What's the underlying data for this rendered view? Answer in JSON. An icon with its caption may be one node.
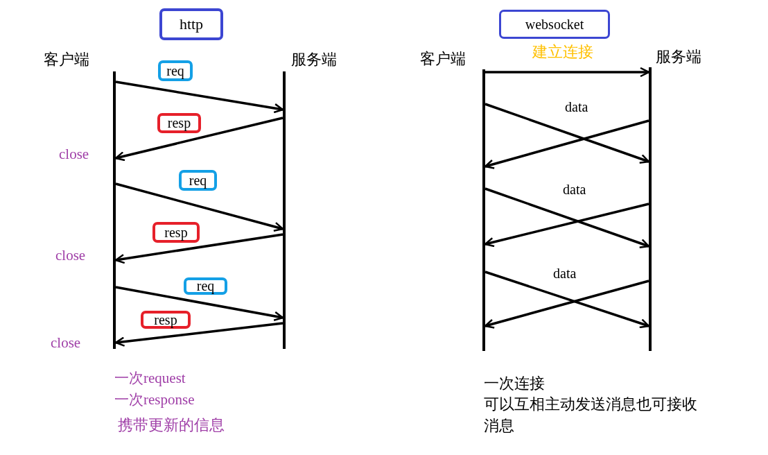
{
  "diagram": {
    "nodes": [
      {
        "text": [
          "http"
        ]
      },
      {
        "text": [
          "websocket"
        ]
      },
      {
        "text": [
          "客户端"
        ]
      },
      {
        "text": [
          "服务端"
        ]
      },
      {
        "text": [
          "客户端"
        ]
      },
      {
        "text": [
          "服务端"
        ]
      },
      {
        "text": [
          "req"
        ]
      },
      {
        "text": [
          "resp"
        ]
      },
      {
        "text": [
          "req"
        ]
      },
      {
        "text": [
          "resp"
        ]
      },
      {
        "text": [
          "req"
        ]
      },
      {
        "text": [
          "resp"
        ]
      }
    ],
    "edges": [
      {
        "from": 2,
        "to": 3,
        "arrow": "to"
      },
      {
        "from": 3,
        "to": 2,
        "arrow": "to"
      },
      {
        "from": 2,
        "to": 3,
        "arrow": "to"
      },
      {
        "from": 3,
        "to": 2,
        "arrow": "to"
      },
      {
        "from": 2,
        "to": 3,
        "arrow": "to"
      },
      {
        "from": 3,
        "to": 2,
        "arrow": "to"
      },
      {
        "from": 4,
        "to": 5,
        "arrow": "to",
        "label": "建立连接"
      },
      {
        "from": 4,
        "to": 5,
        "arrow": "to"
      },
      {
        "from": 5,
        "to": 4,
        "arrow": "to"
      },
      {
        "from": 4,
        "to": 5,
        "arrow": "to"
      },
      {
        "from": 5,
        "to": 4,
        "arrow": "to"
      },
      {
        "from": 4,
        "to": 5,
        "arrow": "to"
      },
      {
        "from": 5,
        "to": 4,
        "arrow": "to"
      }
    ],
    "labels": [
      "close",
      "close",
      "close",
      "data",
      "data",
      "data",
      "一次request",
      "一次response",
      "携带更新的信息",
      "一次连接",
      "可以互相主动发送消息也可接收消息"
    ]
  }
}
